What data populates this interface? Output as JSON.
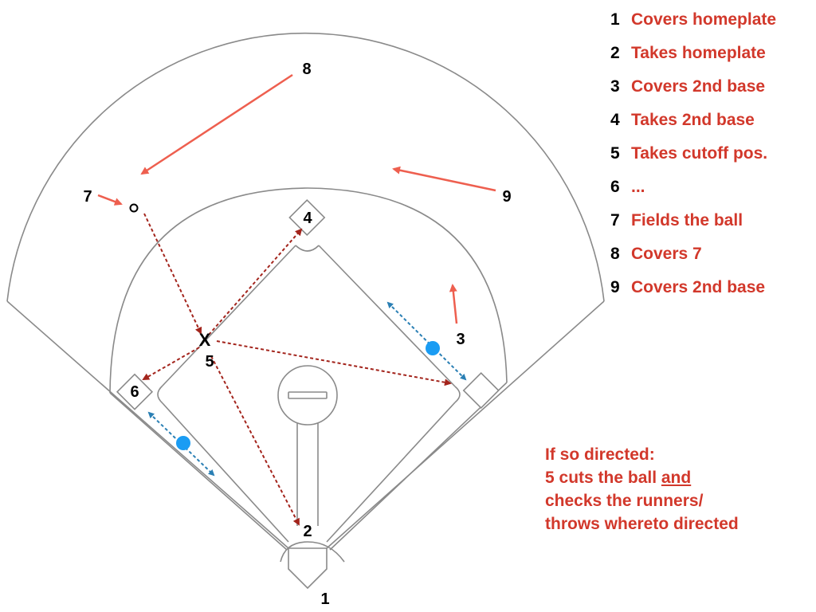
{
  "legend": [
    {
      "num": "1",
      "text": "Covers homeplate"
    },
    {
      "num": "2",
      "text": "Takes homeplate"
    },
    {
      "num": "3",
      "text": "Covers 2nd base"
    },
    {
      "num": "4",
      "text": "Takes 2nd base"
    },
    {
      "num": "5",
      "text": "Takes cutoff pos."
    },
    {
      "num": "6",
      "text": "..."
    },
    {
      "num": "7",
      "text": "Fields the ball"
    },
    {
      "num": "8",
      "text": "Covers 7"
    },
    {
      "num": "9",
      "text": "Covers 2nd base"
    }
  ],
  "note": {
    "line1": "If so directed:",
    "line2_pre": "5 cuts the ball ",
    "line2_u": "and",
    "line3": "checks the runners/",
    "line4": "throws whereto directed"
  },
  "positions": {
    "p1": "1",
    "p2": "2",
    "p3": "3",
    "p4": "4",
    "p5": "5",
    "p6": "6",
    "p7": "7",
    "p8": "8",
    "p9": "9"
  },
  "cutoff_marker": "X",
  "colors": {
    "legend_text": "#d2382b",
    "movement_arrow": "#ee5f4f",
    "throw_path": "#a3241c",
    "runner_path": "#2a7fb4",
    "runner_dot": "#1a9cf3",
    "field_lines": "#8a8a8a"
  }
}
